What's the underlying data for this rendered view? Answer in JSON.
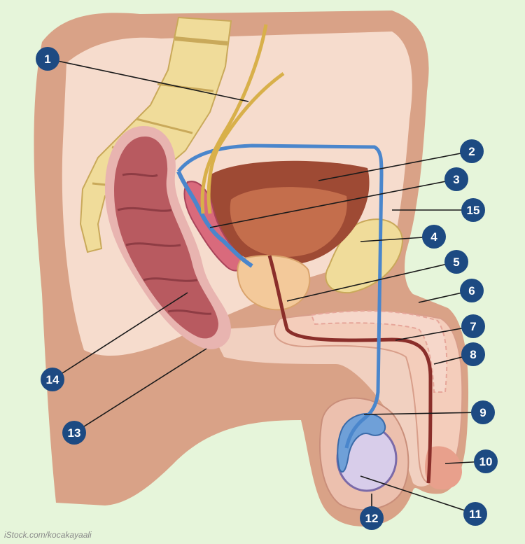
{
  "markers": [
    {
      "id": "1",
      "label": "1"
    },
    {
      "id": "2",
      "label": "2"
    },
    {
      "id": "3",
      "label": "3"
    },
    {
      "id": "4",
      "label": "4"
    },
    {
      "id": "5",
      "label": "5"
    },
    {
      "id": "6",
      "label": "6"
    },
    {
      "id": "7",
      "label": "7"
    },
    {
      "id": "8",
      "label": "8"
    },
    {
      "id": "9",
      "label": "9"
    },
    {
      "id": "10",
      "label": "10"
    },
    {
      "id": "11",
      "label": "11"
    },
    {
      "id": "12",
      "label": "12"
    },
    {
      "id": "13",
      "label": "13"
    },
    {
      "id": "14",
      "label": "14"
    },
    {
      "id": "15",
      "label": "15"
    }
  ],
  "watermark": "iStock.com/kocakayaali",
  "colors": {
    "background": "#e6f5da",
    "marker": "#1d4a82",
    "vein": "#4a86cc",
    "nerve": "#d8b04a",
    "bone": "#f0dc9a",
    "rectum": "#b85a60",
    "bladder": "#9e4a34",
    "skin": "#d9a287"
  }
}
